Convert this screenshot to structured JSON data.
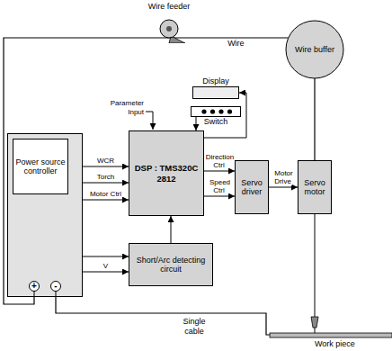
{
  "diagram": {
    "nodes": [
      {
        "text": [
          "Wire feeder"
        ]
      },
      {
        "text": [
          "Wire buffer"
        ]
      },
      {
        "text": [
          "Display"
        ]
      },
      {
        "text": [
          "Switch"
        ]
      },
      {
        "text": [
          "DSP : TMS320C 2812"
        ]
      },
      {
        "text": [
          "Power source controller"
        ]
      },
      {
        "text": [
          "Servo driver"
        ]
      },
      {
        "text": [
          "Servo motor"
        ]
      },
      {
        "text": [
          "Short/Arc detecting circuit"
        ]
      }
    ],
    "edges": [
      {
        "from": 0,
        "to": 1,
        "label": "Wire",
        "arrow": "none"
      },
      {
        "from": 1,
        "to": 7,
        "arrow": "none"
      },
      {
        "from": 4,
        "to": 2,
        "arrow": "to"
      },
      {
        "from": 3,
        "to": 4,
        "arrow": "to"
      },
      {
        "from": 5,
        "to": 4,
        "label": "WCR",
        "arrow": "to"
      },
      {
        "from": 5,
        "to": 4,
        "label": "Torch",
        "arrow": "to"
      },
      {
        "from": 5,
        "to": 4,
        "label": "Motor Ctrl",
        "arrow": "to"
      },
      {
        "from": 4,
        "to": 6,
        "label": "Direction Ctrl",
        "arrow": "to"
      },
      {
        "from": 4,
        "to": 6,
        "label": "Speed Ctrl",
        "arrow": "to"
      },
      {
        "from": 6,
        "to": 7,
        "label": "Motor Drive",
        "arrow": "to"
      },
      {
        "from": 5,
        "to": 8,
        "arrow": "to"
      },
      {
        "from": 5,
        "to": 8,
        "label": "V",
        "arrow": "to"
      },
      {
        "from": 5,
        "to": 0,
        "arrow": "none"
      },
      {
        "from": 8,
        "to": 4,
        "arrow": "to"
      }
    ],
    "labels": [
      "Parameter Input",
      "+",
      "-",
      "Single cable",
      "Work piece"
    ]
  }
}
